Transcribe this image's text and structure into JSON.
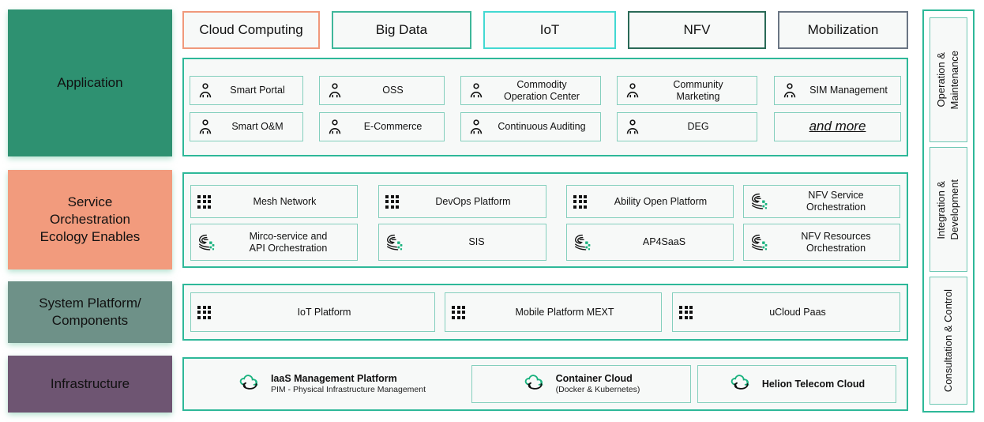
{
  "colors": {
    "teal_border": "#2EB899",
    "cell_border": "#84CFBD",
    "application_fill": "#2E9171",
    "service_fill": "#F29B7D",
    "system_fill": "#6E9188",
    "infrastructure_fill": "#6E5572",
    "panel_bg": "#f7f9f8",
    "accent_green_dot": "#19B27E"
  },
  "tabs": [
    {
      "label": "Cloud Computing",
      "border": "#F0997B"
    },
    {
      "label": "Big Data",
      "border": "#3FB79A"
    },
    {
      "label": "IoT",
      "border": "#43D9D2"
    },
    {
      "label": "NFV",
      "border": "#2A6A57"
    },
    {
      "label": "Mobilization",
      "border": "#6B7684"
    }
  ],
  "layers": [
    {
      "name": "application",
      "label": "Application"
    },
    {
      "name": "service",
      "label": "Service\nOrchestration\nEcology Enables"
    },
    {
      "name": "system",
      "label": "System Platform/\nComponents"
    },
    {
      "name": "infrastructure",
      "label": "Infrastructure"
    }
  ],
  "layer_labels": {
    "application": "Application",
    "service_l1": "Service",
    "service_l2": "Orchestration",
    "service_l3": "Ecology Enables",
    "system_l1": "System Platform/",
    "system_l2": "Components",
    "infrastructure": "Infrastructure"
  },
  "application_items": [
    {
      "id": "smart-portal",
      "icon": "person-icon",
      "l1": "Smart Portal",
      "l2": ""
    },
    {
      "id": "oss",
      "icon": "person-icon",
      "l1": "OSS",
      "l2": ""
    },
    {
      "id": "commodity-operation-center",
      "icon": "person-icon",
      "l1": "Commodity",
      "l2": "Operation Center"
    },
    {
      "id": "community-marketing",
      "icon": "person-icon",
      "l1": "Community",
      "l2": "Marketing"
    },
    {
      "id": "sim-management",
      "icon": "person-icon",
      "l1": "SIM Management",
      "l2": ""
    },
    {
      "id": "smart-om",
      "icon": "person-icon",
      "l1": "Smart O&M",
      "l2": ""
    },
    {
      "id": "e-commerce",
      "icon": "person-icon",
      "l1": "E-Commerce",
      "l2": ""
    },
    {
      "id": "continuous-auditing",
      "icon": "person-icon",
      "l1": "Continuous Auditing",
      "l2": ""
    },
    {
      "id": "deg",
      "icon": "person-icon",
      "l1": "DEG",
      "l2": ""
    },
    {
      "id": "and-more",
      "icon": "none",
      "l1": "and more",
      "l2": ""
    }
  ],
  "service_items": [
    {
      "id": "mesh-network",
      "icon": "dot-grid-icon",
      "l1": "Mesh Network",
      "l2": ""
    },
    {
      "id": "devops-platform",
      "icon": "dot-grid-icon",
      "l1": "DevOps Platform",
      "l2": ""
    },
    {
      "id": "ability-open-platform",
      "icon": "dot-grid-icon",
      "l1": "Ability Open Platform",
      "l2": ""
    },
    {
      "id": "nfv-service-orchestration",
      "icon": "orchestration-icon",
      "l1": "NFV Service",
      "l2": "Orchestration"
    },
    {
      "id": "micro-service-api-orchestration",
      "icon": "orchestration-icon",
      "l1": "Mirco-service and",
      "l2": "API Orchestration"
    },
    {
      "id": "sis",
      "icon": "orchestration-icon",
      "l1": "SIS",
      "l2": ""
    },
    {
      "id": "ap4saas",
      "icon": "orchestration-icon",
      "l1": "AP4SaaS",
      "l2": ""
    },
    {
      "id": "nfv-resources-orchestration",
      "icon": "orchestration-icon",
      "l1": "NFV Resources",
      "l2": "Orchestration"
    }
  ],
  "system_items": [
    {
      "id": "iot-platform",
      "icon": "dot-grid-icon",
      "l1": "IoT Platform"
    },
    {
      "id": "mobile-platform-mext",
      "icon": "dot-grid-icon",
      "l1": "Mobile Platform MEXT"
    },
    {
      "id": "ucloud-paas",
      "icon": "dot-grid-icon",
      "l1": "uCloud Paas"
    }
  ],
  "infrastructure_items": [
    {
      "id": "iaas-management-platform",
      "icon": "cloud-icon",
      "title": "IaaS Management Platform",
      "subtitle": "PIM - Physical Infrastructure Management",
      "boxed": false
    },
    {
      "id": "container-cloud",
      "icon": "cloud-icon",
      "title": "Container Cloud",
      "subtitle": "(Docker & Kubernetes)",
      "boxed": true
    },
    {
      "id": "helion-telecom-cloud",
      "icon": "cloud-icon",
      "title": "Helion Telecom Cloud",
      "subtitle": "",
      "boxed": true
    }
  ],
  "rail_items": [
    {
      "id": "operation-maintenance",
      "label": "Operation &\nMaintenance"
    },
    {
      "id": "integration-development",
      "label": "Integration &\nDevelopment"
    },
    {
      "id": "consultation-control",
      "label": "Consultation & Control"
    }
  ]
}
